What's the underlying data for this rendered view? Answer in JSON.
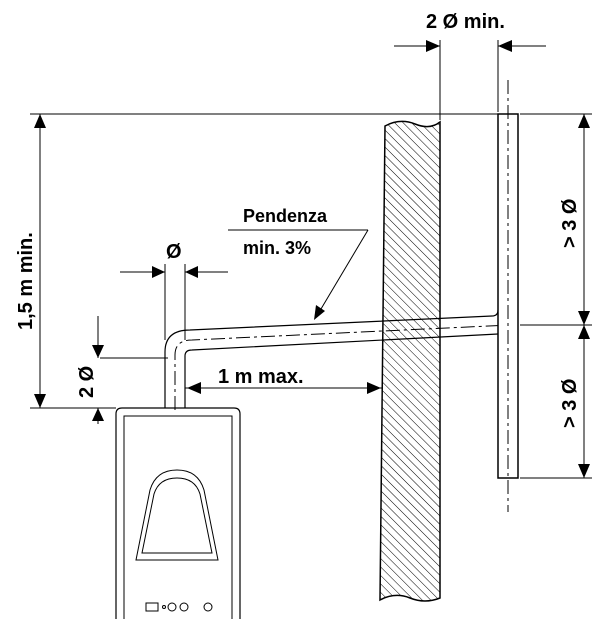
{
  "labels": {
    "wall_clearance": "2 Ø min.",
    "pipe_diameter": "Ø",
    "elbow_rise": "2 Ø",
    "total_height": "1,5 m min.",
    "slope_title": "Pendenza",
    "slope_value": "min. 3%",
    "horizontal_run": "1 m max.",
    "upper_extension": "> 3 Ø",
    "lower_extension": "> 3 Ø"
  },
  "colors": {
    "line": "#000000",
    "background": "#ffffff"
  },
  "icons": [
    "boiler-unit",
    "brick-wall-hatch",
    "dimension-arrow"
  ]
}
